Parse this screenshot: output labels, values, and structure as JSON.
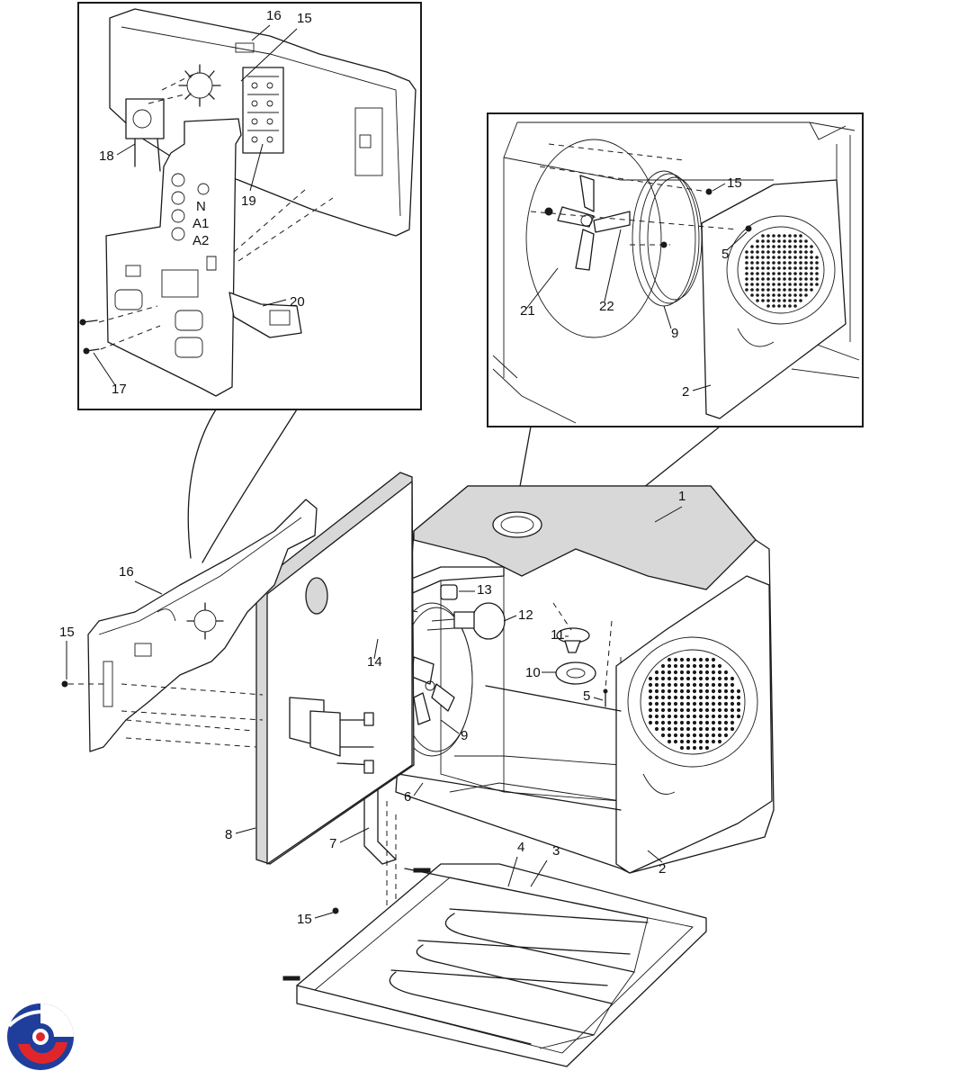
{
  "callouts": {
    "top_left": [
      "16",
      "15",
      "18",
      "19",
      "20",
      "17"
    ],
    "top_right": [
      "15",
      "5",
      "21",
      "22",
      "9",
      "2"
    ],
    "main": [
      "1",
      "16",
      "15",
      "13",
      "12",
      "11",
      "14",
      "10",
      "5",
      "9",
      "6",
      "8",
      "7",
      "2",
      "4",
      "3",
      "15"
    ]
  },
  "terminal_labels": [
    "N",
    "A1",
    "A2"
  ],
  "logo": {
    "name": "brand-logo",
    "colors": [
      "#1f3e9c",
      "#e0262b"
    ]
  }
}
